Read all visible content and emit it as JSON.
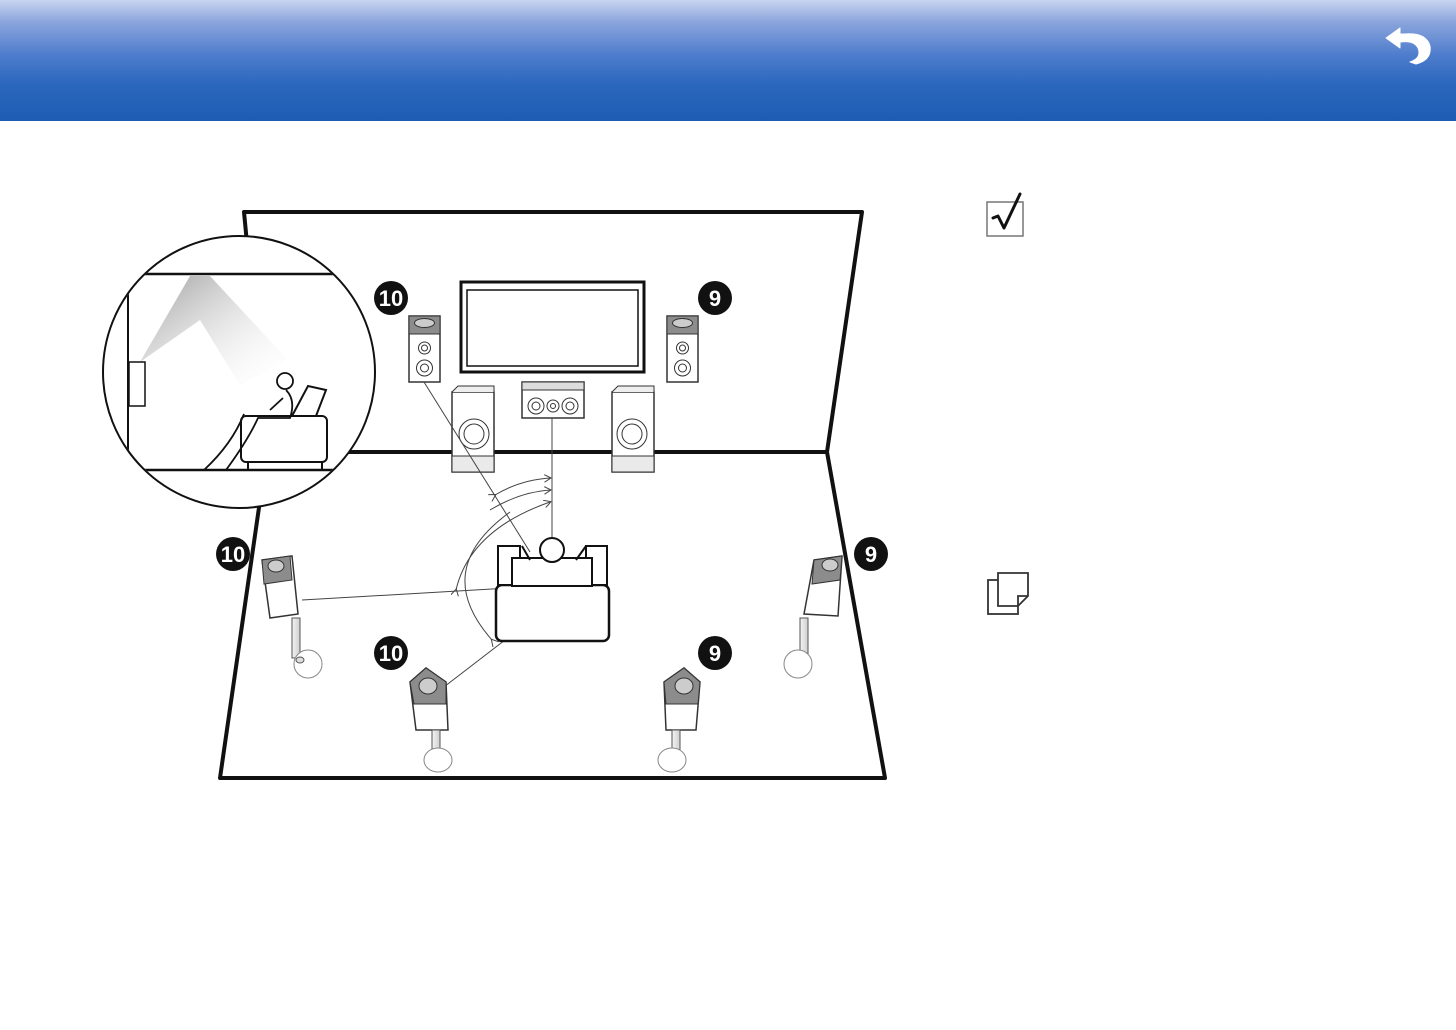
{
  "header": {
    "back_icon": "back-arrow-icon",
    "gradient_top": "#c9d4ef",
    "gradient_bottom": "#1e5cb3"
  },
  "diagram": {
    "badges": {
      "front_high_left": "10",
      "front_high_right": "9",
      "surround_left": "10",
      "surround_right": "9",
      "surround_back_left": "10",
      "surround_back_right": "9"
    }
  },
  "side_icons": {
    "check": "checkbox-check-icon",
    "note": "memo-note-icon"
  }
}
